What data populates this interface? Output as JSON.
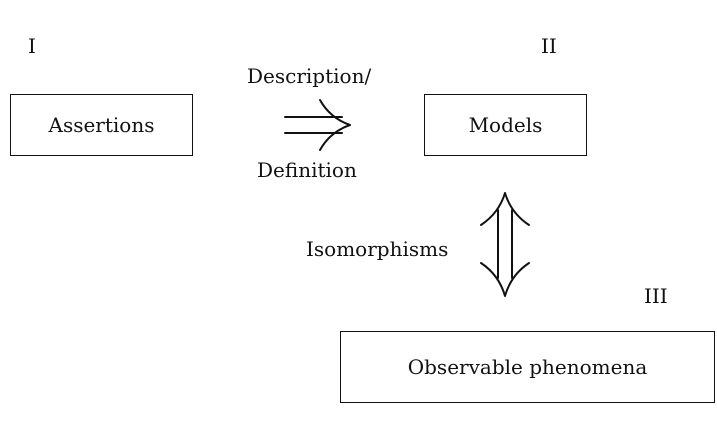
{
  "stages": {
    "one": "I",
    "two": "II",
    "three": "III"
  },
  "boxes": {
    "assertions": "Assertions",
    "models": "Models",
    "phenomena": "Observable phenomena"
  },
  "relations": {
    "description": "Description/",
    "definition": "Definition",
    "isomorphisms": "Isomorphisms"
  },
  "colors": {
    "ink": "#111111",
    "background": "#ffffff"
  },
  "icons": {
    "implies": "double-right-arrow-icon",
    "iso": "double-vertical-arrow-icon"
  }
}
